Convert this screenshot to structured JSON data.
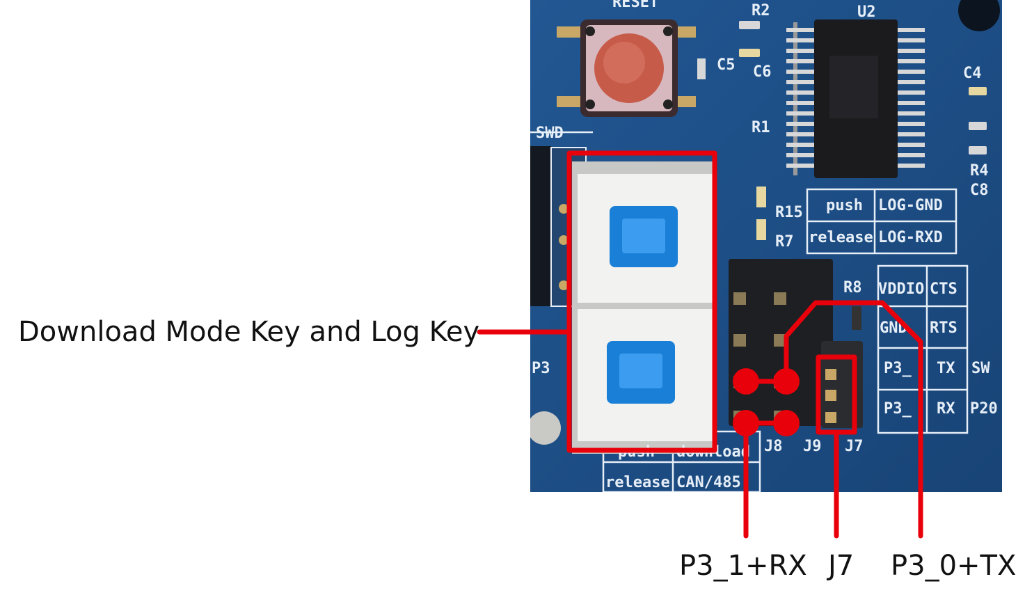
{
  "callouts": {
    "main": "Download Mode Key and Log Key",
    "rx": "P3_1+RX",
    "j7": "J7",
    "tx": "P3_0+TX"
  },
  "board_silkscreen": {
    "reset": "RESET",
    "r2": "R2",
    "u2": "U2",
    "c5": "C5",
    "c6": "C6",
    "c4": "C4",
    "r1": "R1",
    "swd": "SWD",
    "r4": "R4",
    "c8": "C8",
    "r15": "R15",
    "r7": "R7",
    "push1": "push",
    "log_gnd": "LOG-GND",
    "release1": "release",
    "log_rxd": "LOG-RXD",
    "r8": "R8",
    "vddio": "VDDIO",
    "cts": "CTS",
    "gnd": "GND",
    "rts": "RTS",
    "p3": "P3",
    "p3_0": "P3_",
    "tx": "TX",
    "sw": "SW",
    "p3_1": "P3_",
    "rx": "RX",
    "p20": "P20",
    "j8": "J8",
    "j9": "J9",
    "j7": "J7",
    "push2": "push",
    "download": "download",
    "release2": "release",
    "can485": "CAN/485"
  },
  "colors": {
    "pcb": "#1d4f87",
    "pcb_dark": "#163e6d",
    "annotation": "#e8000b",
    "key_body": "#f2f2f0",
    "key_cap": "#1a7fd6",
    "reset_cap": "#c75b4a"
  }
}
